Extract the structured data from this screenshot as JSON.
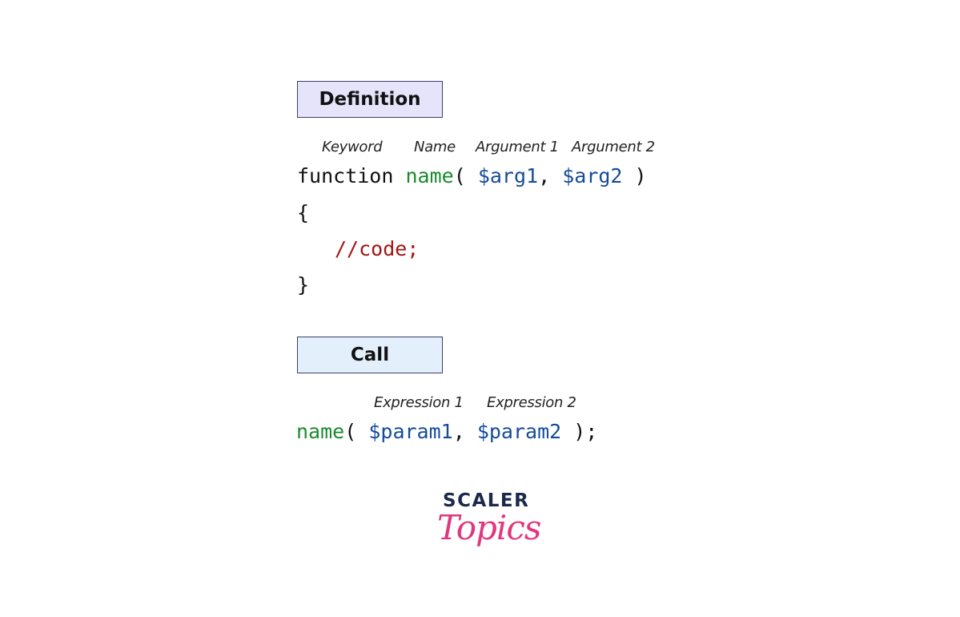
{
  "definition": {
    "label": "Definition",
    "annotations": {
      "keyword": "Keyword",
      "name": "Name",
      "arg1": "Argument 1",
      "arg2": "Argument 2"
    },
    "code": {
      "keyword": "function",
      "fn_name": "name",
      "open_paren": "(",
      "arg1": "$arg1",
      "comma": ",",
      "arg2": "$arg2",
      "close_paren": ")",
      "open_brace": "{",
      "comment": "//code;",
      "close_brace": "}"
    }
  },
  "call": {
    "label": "Call",
    "annotations": {
      "expr1": "Expression 1",
      "expr2": "Expression 2"
    },
    "code": {
      "fn_name": "name",
      "open_paren": "(",
      "param1": "$param1",
      "comma": ",",
      "param2": "$param2",
      "close": ");"
    }
  },
  "logo": {
    "line1": "SCALER",
    "line2": "Topics"
  },
  "colors": {
    "function_name": "#1a8a2e",
    "variable": "#154c9a",
    "comment": "#a31515",
    "definition_box": "#e5e4fb",
    "call_box": "#e3f0fc",
    "logo_pink": "#e0377f",
    "logo_navy": "#1b2a4a"
  }
}
